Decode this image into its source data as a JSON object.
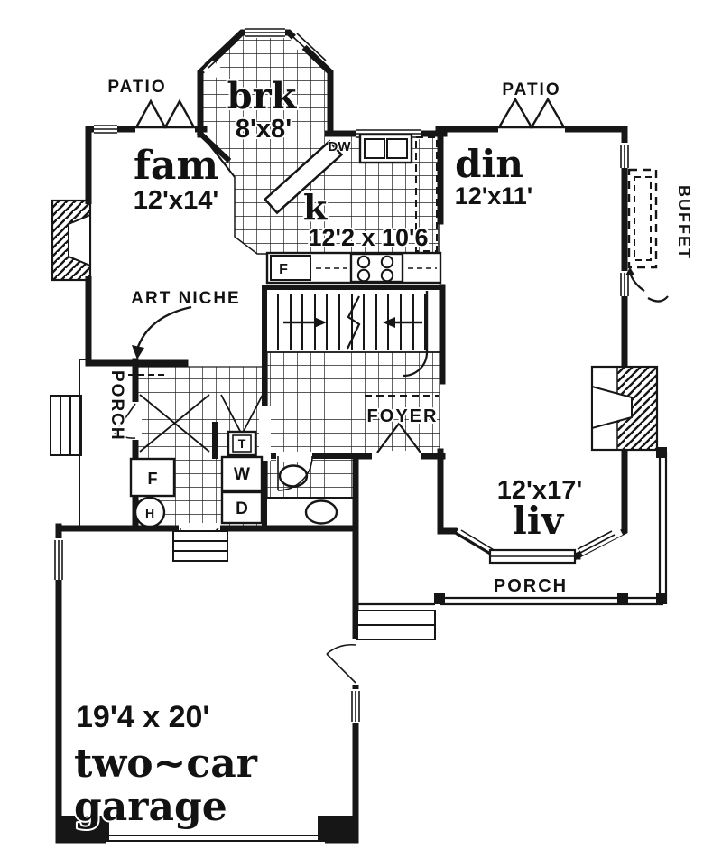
{
  "plan": {
    "rooms": {
      "family": {
        "name": "fam",
        "dims": "12'x14'"
      },
      "breakfast": {
        "name": "brk",
        "dims": "8'x8'"
      },
      "kitchen": {
        "name": "k",
        "dims": "12'2 x 10'6"
      },
      "dining": {
        "name": "din",
        "dims": "12'x11'"
      },
      "living": {
        "name": "liv",
        "dims": "12'x17'"
      },
      "garage": {
        "dims": "19'4 x 20'",
        "name_line1": "two~car",
        "name_line2": "garage"
      }
    },
    "labels": {
      "patio_left": "PATIO",
      "patio_right": "PATIO",
      "porch_side": "PORCH",
      "porch_front": "PORCH",
      "foyer": "FOYER",
      "art_niche": "ART NICHE",
      "buffet": "BUFFET"
    },
    "appliances": {
      "dishwasher": "DW",
      "fridge": "F",
      "freezer": "F",
      "water_heater": "H",
      "laundry_tub": "T",
      "washer": "W",
      "dryer": "D"
    },
    "colors": {
      "ink": "#161616",
      "paper": "#ffffff"
    }
  }
}
